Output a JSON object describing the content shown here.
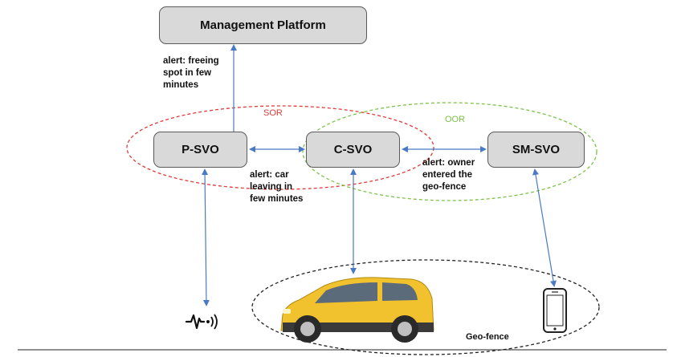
{
  "nodes": {
    "management_platform": "Management Platform",
    "p_svo": "P-SVO",
    "c_svo": "C-SVO",
    "sm_svo": "SM-SVO"
  },
  "regions": {
    "sor": "SOR",
    "oor": "OOR",
    "geo_fence": "Geo-fence"
  },
  "alerts": {
    "freeing_spot": "alert: freeing\nspot in few\nminutes",
    "car_leaving": "alert: car\nleaving in\nfew minutes",
    "owner_entered": "alert: owner\nentered the\ngeo-fence"
  },
  "colors": {
    "sor": "#e03a3a",
    "oor": "#7cc24a",
    "arrow": "#4a7ac4",
    "car_body": "#f2c12e",
    "node_fill": "#d9d9d9"
  },
  "icons": [
    "sensor-icon",
    "car-icon",
    "smartphone-icon"
  ]
}
